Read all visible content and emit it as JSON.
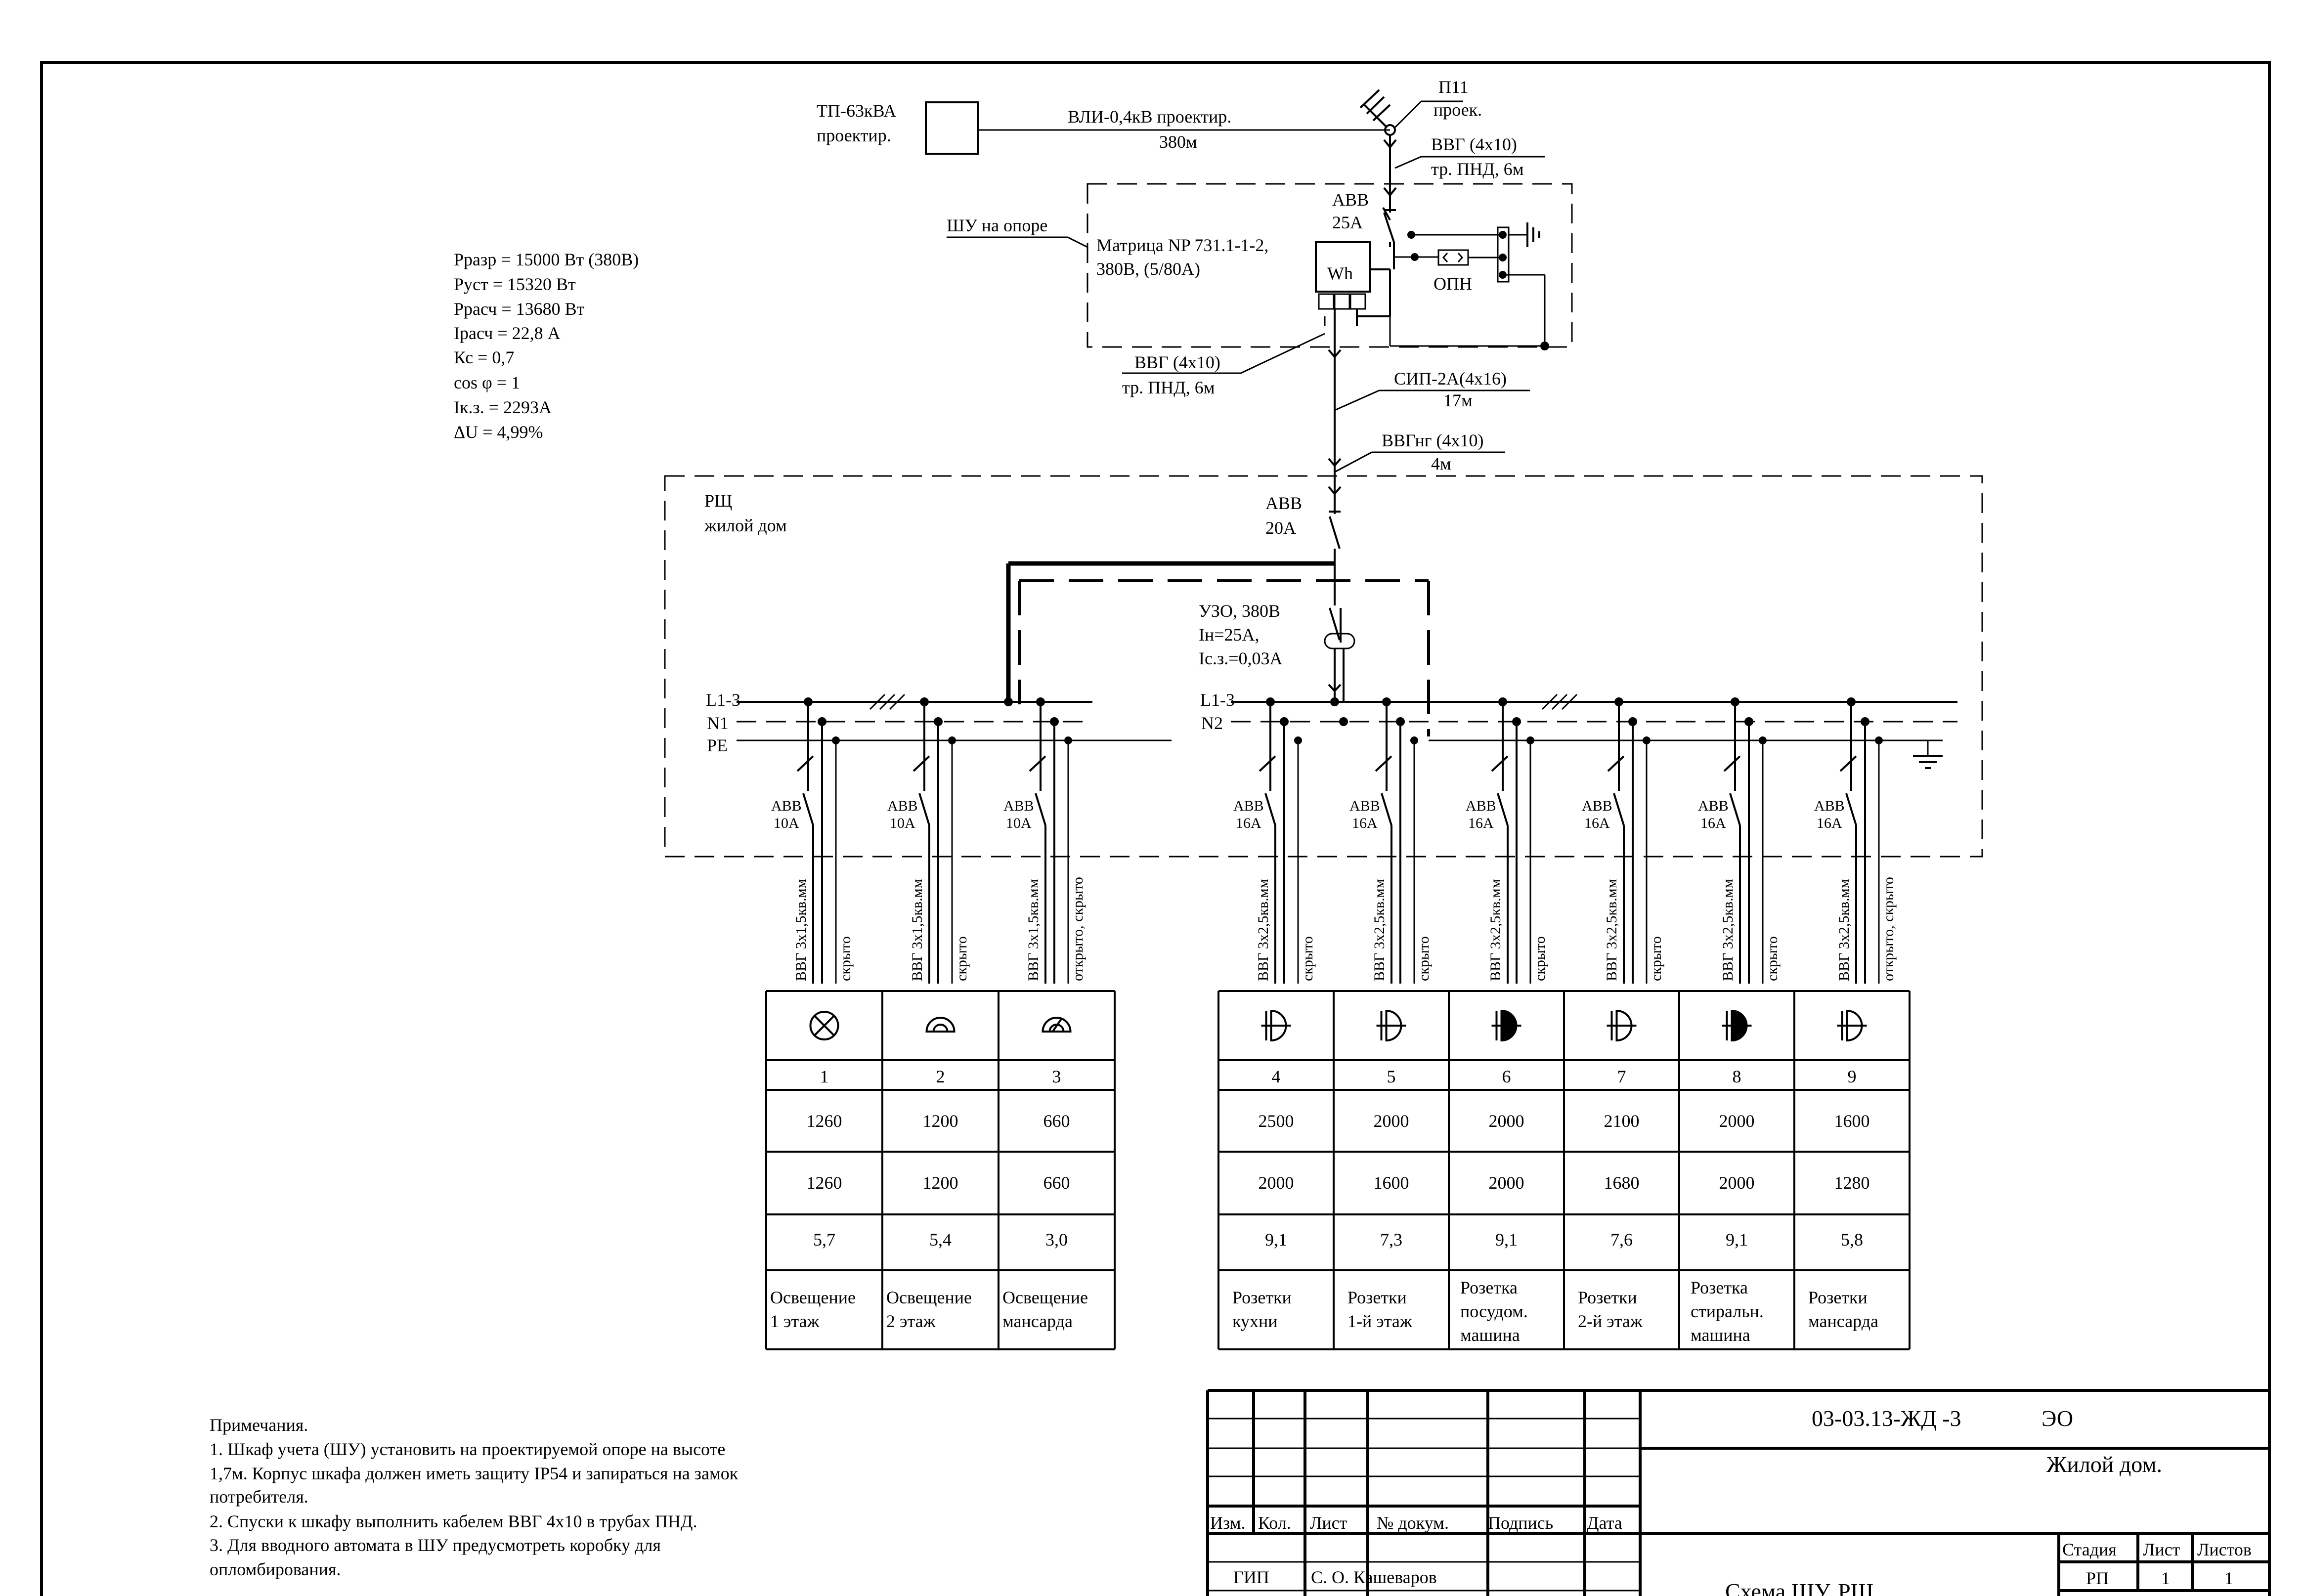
{
  "source": {
    "tp_label": "ТП-63кВА",
    "tp_sub": "проектир.",
    "line_label": "ВЛИ-0,4кВ проектир.",
    "line_len": "380м",
    "pole_label": "П11",
    "pole_sub": "проек."
  },
  "params": [
    "Рразр = 15000 Вт (380В)",
    "Руст   = 15320 Вт",
    "Ррасч = 13680 Вт",
    "Iрасч   = 22,8 А",
    "Кс   =    0,7",
    "cos φ = 1",
    "Iк.з.  =  2293А",
    "ΔU =    4,99%"
  ],
  "cabinet": {
    "label": "ШУ на опоре",
    "meter_line1": "Матрица NP 731.1-1-2,",
    "meter_line2": "380В, (5/80А)",
    "meter_symbol": "Wh",
    "breaker_brand": "АВВ",
    "breaker_rating": "25А",
    "opn": "ОПН"
  },
  "cables": {
    "in_top": "ВВГ (4х10)",
    "in_top_sub": "тр. ПНД, 6м",
    "out": "ВВГ (4х10)",
    "out_sub": "тр. ПНД, 6м",
    "sip": "СИП-2А(4х16)",
    "sip_len": "17м",
    "vvgng": "ВВГнг (4х10)",
    "vvgng_len": "4м"
  },
  "rsh": {
    "title": "РЩ",
    "subtitle": "жилой дом",
    "main_brand": "АВВ",
    "main_rating": "20А",
    "rcd_1": "УЗО, 380В",
    "rcd_2": "Iн=25А,",
    "rcd_3": "Iс.з.=0,03А",
    "bus_l1": "L1-3",
    "bus_n1": "N1",
    "bus_pe": "PE",
    "bus_l2": "L1-3",
    "bus_n2": "N2"
  },
  "groups": [
    {
      "num": "1",
      "brand": "АВВ",
      "rating": "10А",
      "cable": "ВВГ 3х1,5кв.мм",
      "laying": "скрыто",
      "p_inst": "1260",
      "p_calc": "1260",
      "current": "5,7",
      "name1": "Освещение",
      "name2": " 1 этаж",
      "name3": "",
      "symbol": "lamp-x"
    },
    {
      "num": "2",
      "brand": "АВВ",
      "rating": "10А",
      "cable": "ВВГ 3х1,5кв.мм",
      "laying": "скрыто",
      "p_inst": "1200",
      "p_calc": "1200",
      "current": "5,4",
      "name1": "Освещение",
      "name2": " 2 этаж",
      "name3": "",
      "symbol": "lamp-dome"
    },
    {
      "num": "3",
      "brand": "АВВ",
      "rating": "10А",
      "cable": "ВВГ 3х1,5кв.мм",
      "laying": "открыто, скрыто",
      "p_inst": "660",
      "p_calc": "660",
      "current": "3,0",
      "name1": "Освещение",
      "name2": "мансарда",
      "name3": "",
      "symbol": "lamp-dome2"
    },
    {
      "num": "4",
      "brand": "АВВ",
      "rating": "16А",
      "cable": "ВВГ 3х2,5кв.мм",
      "laying": "скрыто",
      "p_inst": "2500",
      "p_calc": "2000",
      "current": "9,1",
      "name1": "Розетки",
      "name2": "кухни",
      "name3": "",
      "symbol": "socket"
    },
    {
      "num": "5",
      "brand": "АВВ",
      "rating": "16А",
      "cable": "ВВГ 3х2,5кв.мм",
      "laying": "скрыто",
      "p_inst": "2000",
      "p_calc": "1600",
      "current": "7,3",
      "name1": "Розетки",
      "name2": "1-й этаж",
      "name3": "",
      "symbol": "socket"
    },
    {
      "num": "6",
      "brand": "АВВ",
      "rating": "16А",
      "cable": "ВВГ 3х2,5кв.мм",
      "laying": "скрыто",
      "p_inst": "2000",
      "p_calc": "2000",
      "current": "9,1",
      "name1": "Розетка",
      "name2": "посудом.",
      "name3": "машина",
      "symbol": "socket-filled"
    },
    {
      "num": "7",
      "brand": "АВВ",
      "rating": "16А",
      "cable": "ВВГ 3х2,5кв.мм",
      "laying": "скрыто",
      "p_inst": "2100",
      "p_calc": "1680",
      "current": "7,6",
      "name1": "Розетки",
      "name2": "2-й этаж",
      "name3": "",
      "symbol": "socket"
    },
    {
      "num": "8",
      "brand": "АВВ",
      "rating": "16А",
      "cable": "ВВГ 3х2,5кв.мм",
      "laying": "скрыто",
      "p_inst": "2000",
      "p_calc": "2000",
      "current": "9,1",
      "name1": "Розетка",
      "name2": "стиральн.",
      "name3": "машина",
      "symbol": "socket-filled"
    },
    {
      "num": "9",
      "brand": "АВВ",
      "rating": "16А",
      "cable": "ВВГ 3х2,5кв.мм",
      "laying": "открыто, скрыто",
      "p_inst": "1600",
      "p_calc": "1280",
      "current": "5,8",
      "name1": "Розетки",
      "name2": "мансарда",
      "name3": "",
      "symbol": "socket"
    }
  ],
  "notes": {
    "title": "Примечания.",
    "lines": [
      "1. Шкаф учета (ШУ) установить на проектируемой опоре на высоте",
      "1,7м. Корпус шкафа должен иметь защиту   IP54 и запираться на замок",
      "потребителя.",
      "2. Спуски к шкафу выполнить кабелем ВВГ 4х10 в трубах ПНД.",
      "3. Для вводного автомата в ШУ предусмотреть коробку для",
      "опломбирования."
    ]
  },
  "stamp": {
    "code": "03-03.13-ЖД   -3",
    "section": "ЭО",
    "object": "Жилой дом.",
    "title": "Схема ШУ, РЩ",
    "headers": [
      "Изм.",
      "Кол.",
      "Лист",
      "№ докум.",
      "Подпись",
      "Дата"
    ],
    "role": "ГИП",
    "person": "С. О. Кашеваров",
    "stage_h": "Стадия",
    "sheet_h": "Лист",
    "sheets_h": "Листов",
    "stage": "РП",
    "sheet": "1",
    "sheets": "1"
  }
}
